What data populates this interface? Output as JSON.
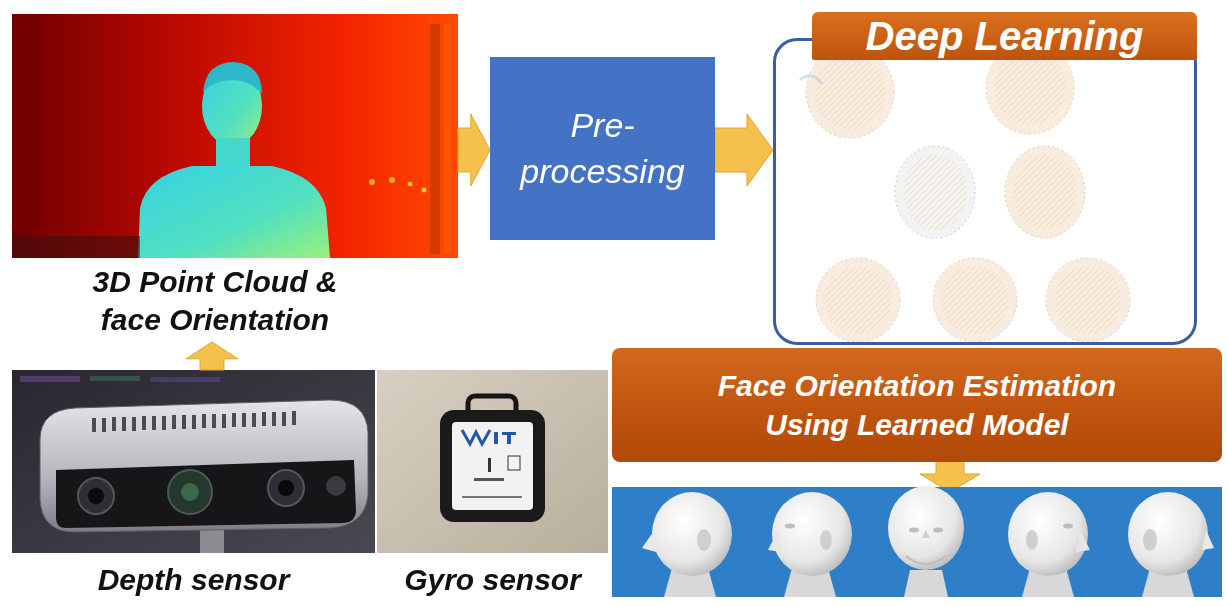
{
  "diagram": {
    "nodes": [
      {
        "text": [
          "3D Point Cloud & face Orientation"
        ]
      },
      {
        "text": [
          "Pre- processing"
        ]
      },
      {
        "text": [
          "Deep Learning"
        ]
      },
      {
        "text": [
          "Face Orientation Estimation Using Learned Model"
        ]
      },
      {
        "text": [
          "Depth sensor"
        ]
      },
      {
        "text": [
          "Gyro sensor"
        ]
      }
    ],
    "edges": [
      {
        "from": 0,
        "to": 1,
        "arrow": "to"
      },
      {
        "from": 1,
        "to": 2,
        "arrow": "to"
      },
      {
        "from": 4,
        "to": 0,
        "arrow": "to"
      }
    ]
  }
}
